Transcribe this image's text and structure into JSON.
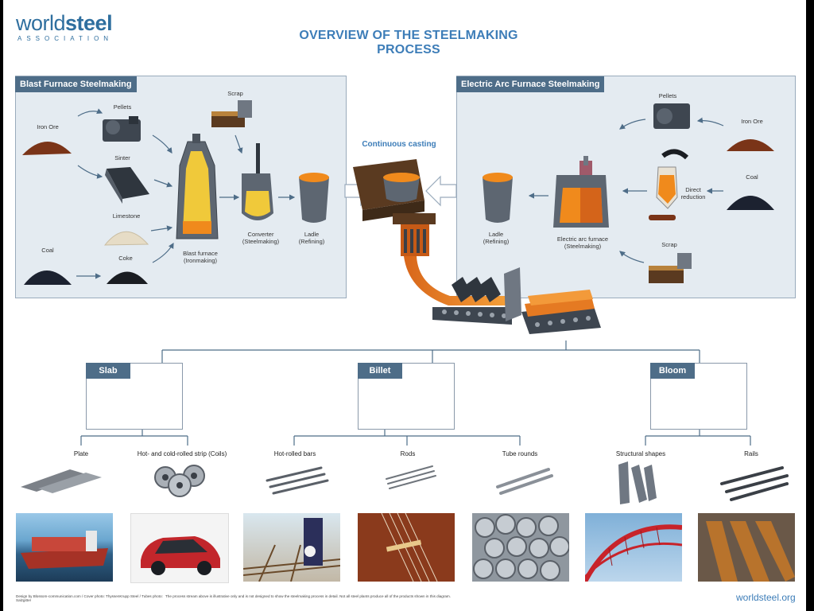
{
  "logo": {
    "part1": "world",
    "part2": "steel",
    "sub": "ASSOCIATION"
  },
  "title": "OVERVIEW OF THE STEELMAKING PROCESS",
  "blast_furnace": {
    "header": "Blast Furnace Steelmaking",
    "labels": {
      "iron_ore": "Iron Ore",
      "pellets": "Pellets",
      "sinter": "Sinter",
      "limestone": "Limestone",
      "coal": "Coal",
      "coke": "Coke",
      "scrap": "Scrap",
      "blast_furnace": "Blast furnace\n(Ironmaking)",
      "converter": "Converter\n(Steelmaking)",
      "ladle": "Ladle\n(Refining)"
    }
  },
  "continuous_casting": "Continuous casting",
  "electric_arc": {
    "header": "Electric Arc Furnace Steelmaking",
    "labels": {
      "pellets": "Pellets",
      "iron_ore": "Iron Ore",
      "coal": "Coal",
      "direct_reduction": "Direct\nreduction",
      "scrap": "Scrap",
      "eaf": "Electric arc furnace\n(Steelmaking)",
      "ladle": "Ladle\n(Refining)"
    }
  },
  "categories": [
    {
      "name": "Slab"
    },
    {
      "name": "Billet"
    },
    {
      "name": "Bloom"
    }
  ],
  "products": {
    "plate": "Plate",
    "strip": "Hot- and cold-rolled strip (Coils)",
    "hot_bars": "Hot-rolled bars",
    "rods": "Rods",
    "tube": "Tube rounds",
    "structural": "Structural shapes",
    "rails": "Rails"
  },
  "footer": {
    "credits": "Design by Blossom-communication.com / Cover photo: ThyssenKrupp Steel / Tubes photo: Salzgitter",
    "disclaimer": "The process stream above is illustrative only and is not designed to show the steelmaking process in detail. Not all steel plants produce all of the products shown in this diagram.",
    "url": "worldsteel.org"
  },
  "colors": {
    "accent": "#3d7db8",
    "header_bg": "#4e6d88",
    "panel_bg": "#e4ebf1",
    "molten": "#f08a1c"
  }
}
